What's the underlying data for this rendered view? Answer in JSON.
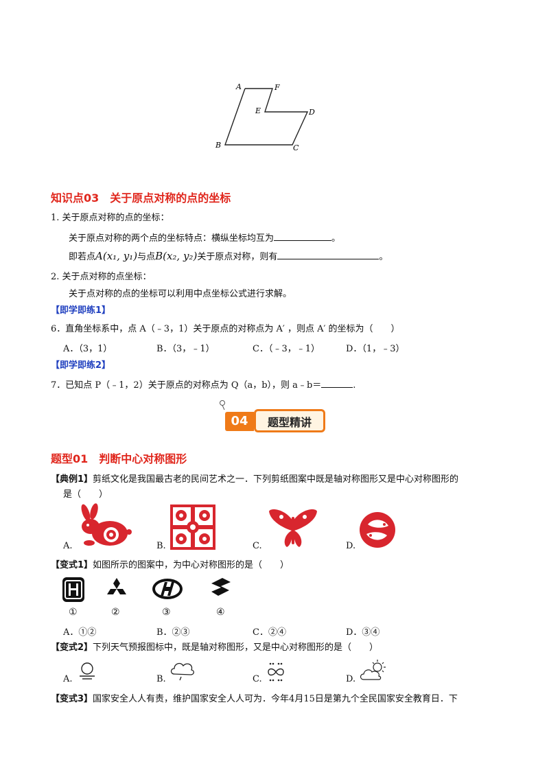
{
  "figure_top": {
    "labels": {
      "A": "A",
      "F": "F",
      "E": "E",
      "D": "D",
      "B": "B",
      "C": "C"
    }
  },
  "section03": {
    "heading": "知识点03　关于原点对称的点的坐标",
    "item1": "1. 关于原点对称的点的坐标：",
    "item1_line1": "关于原点对称的两个点的坐标特点：横纵坐标均互为",
    "item1_line1_end": "。",
    "item1_line2_pre": "即若点",
    "pointA": "A(x₁, y₁)",
    "item1_line2_mid": "与点",
    "pointB": "B(x₂, y₂)",
    "item1_line2_post": "关于原点对称，则有",
    "item1_line2_end": "。",
    "item2": "2. 关于点对称的点坐标：",
    "item2_line1": "关于点对称的点的坐标可以利用中点坐标公式进行求解。",
    "practice1": "【即学即练1】",
    "q6": "6．直角坐标系中，点 A（﹣3，1）关于原点的对称点为 A′ ，则点 A′ 的坐标为（　　）",
    "q6_opts": [
      "A．（3，1）",
      "B．（3，﹣1）",
      "C．（﹣3，﹣1）",
      "D．（1，﹣3）"
    ],
    "practice2": "【即学即练2】",
    "q7_pre": "7．已知点 P（﹣1，2）关于原点的对称点为 Q（a，b），则 a﹣b＝",
    "q7_end": "."
  },
  "banner": {
    "number": "04",
    "title": "题型精讲"
  },
  "type01": {
    "heading": "题型01　判断中心对称图形",
    "ex1_tag": "【典例1】",
    "ex1_text": "剪纸文化是我国最古老的民间艺术之一．下列剪纸图案中既是轴对称图形又是中心对称图形的",
    "ex1_text2": "是（　　）",
    "ex1_opts": [
      "A.",
      "B.",
      "C.",
      "D."
    ],
    "v1_tag": "【变式1】",
    "v1_text": "如图所示的图案中，为中心对称图形的是（　　）",
    "v1_marks": [
      "①",
      "②",
      "③",
      "④"
    ],
    "v1_opts": [
      "A．①②",
      "B．②③",
      "C．②④",
      "D．③④"
    ],
    "v2_tag": "【变式2】",
    "v2_text": "下列天气预报图标中，既是轴对称图形，又是中心对称图形的是（　　）",
    "v2_opts": [
      "A.",
      "B.",
      "C.",
      "D."
    ],
    "v3_tag": "【变式3】",
    "v3_text": "国家安全人人有责，维护国家安全人人可为．今年4月15日是第九个全民国家安全教育日．下"
  },
  "colors": {
    "heading_red": "#e0261c",
    "tag_blue": "#1f3fbf",
    "banner_orange": "#ef7a18",
    "papercut_red": "#d8262e"
  }
}
